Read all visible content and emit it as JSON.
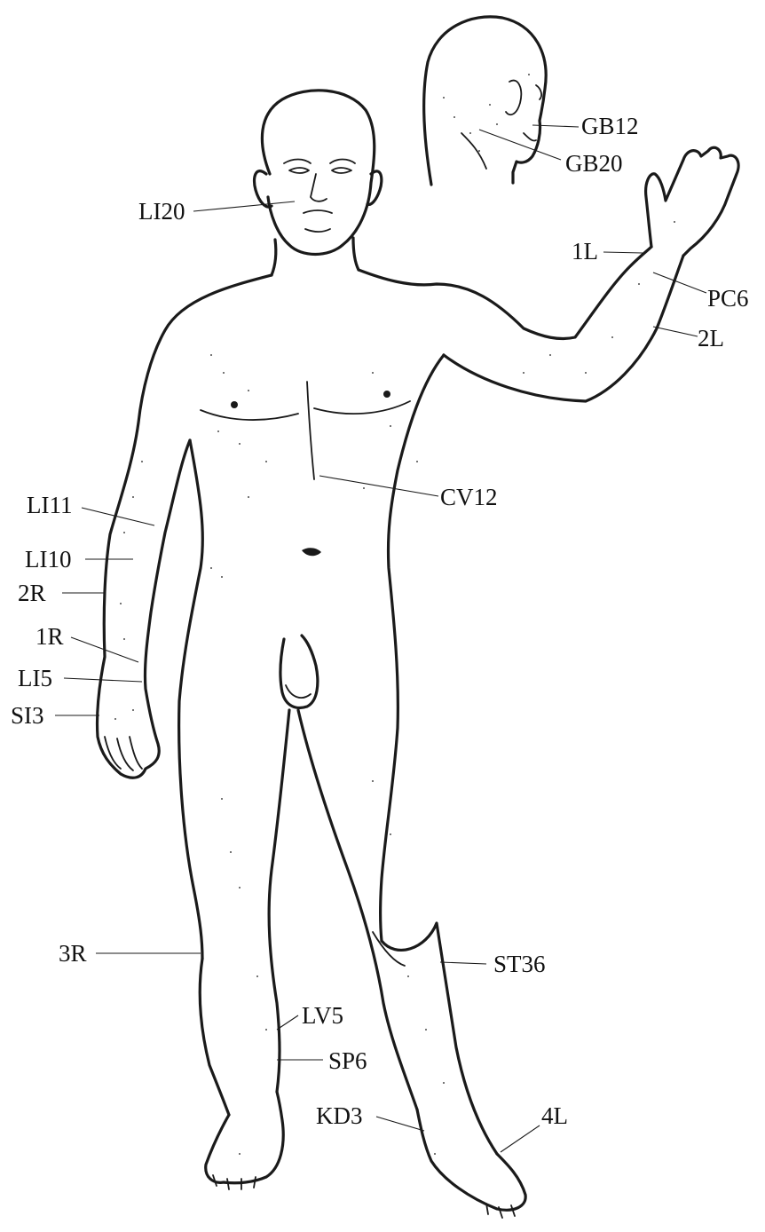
{
  "points": {
    "gb12": "GB12",
    "gb20": "GB20",
    "li20": "LI20",
    "l1": "1L",
    "pc6": "PC6",
    "l2": "2L",
    "cv12": "CV12",
    "li11": "LI11",
    "li10": "LI10",
    "r2": "2R",
    "r1": "1R",
    "li5": "LI5",
    "si3": "SI3",
    "r3": "3R",
    "st36": "ST36",
    "lv5": "LV5",
    "sp6": "SP6",
    "kd3": "KD3",
    "l4": "4L"
  },
  "colors": {
    "ink": "#1a1a1a",
    "background": "#ffffff"
  }
}
